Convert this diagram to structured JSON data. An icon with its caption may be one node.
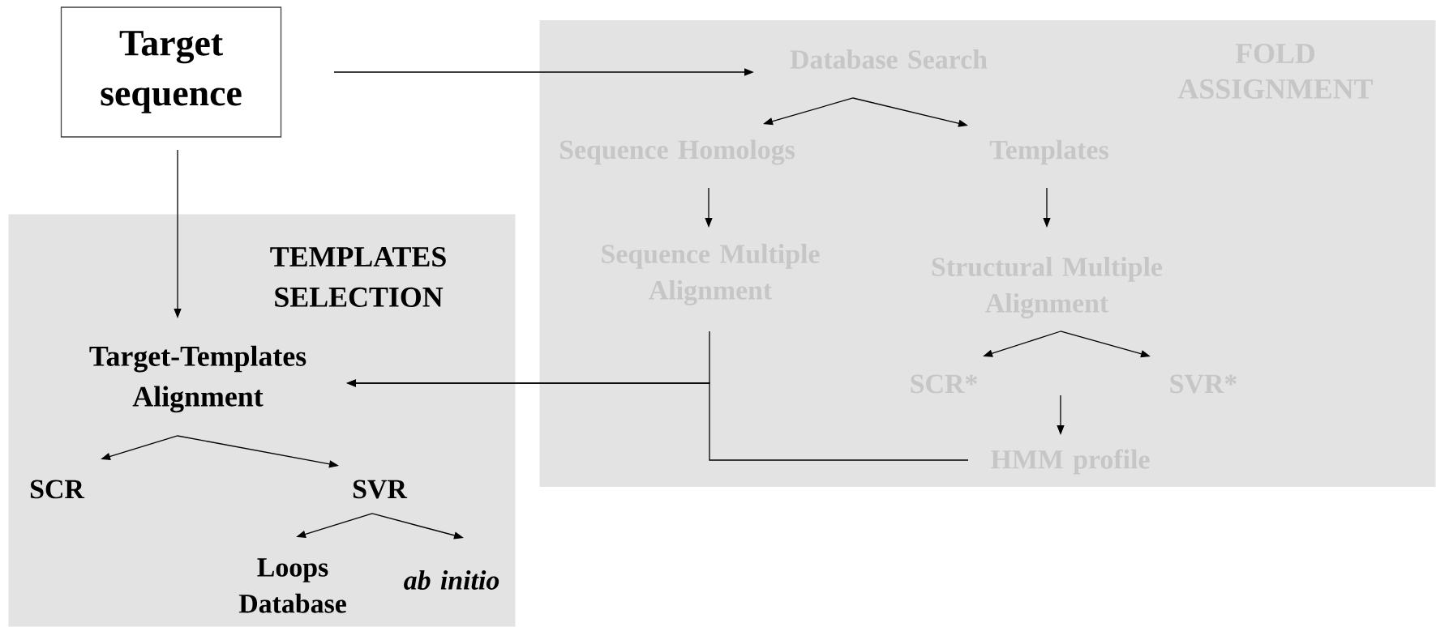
{
  "diagram": {
    "nodes": [
      {
        "text": [
          "Target sequence"
        ]
      },
      {
        "text": [
          "FOLD ASSIGNMENT"
        ]
      },
      {
        "text": [
          "Database Search"
        ],
        "in": 1
      },
      {
        "text": [
          "Sequence Homologs"
        ],
        "in": 1
      },
      {
        "text": [
          "Templates"
        ],
        "in": 1
      },
      {
        "text": [
          "Sequence Multiple Alignment"
        ],
        "in": 1
      },
      {
        "text": [
          "Structural Multiple Alignment"
        ],
        "in": 1
      },
      {
        "text": [
          "SCR*"
        ],
        "in": 1
      },
      {
        "text": [
          "SVR*"
        ],
        "in": 1
      },
      {
        "text": [
          "HMM profile"
        ],
        "in": 1
      },
      {
        "text": [
          "TEMPLATES SELECTION"
        ]
      },
      {
        "text": [
          "Target-Templates Alignment"
        ],
        "in": 10
      },
      {
        "text": [
          "SCR"
        ],
        "in": 10
      },
      {
        "text": [
          "SVR"
        ],
        "in": 10
      },
      {
        "text": [
          "Loops Database"
        ],
        "in": 10
      },
      {
        "text": [
          "ab initio"
        ],
        "in": 10
      }
    ],
    "edges": [
      {
        "from": 0,
        "to": 2,
        "arrow": "to"
      },
      {
        "from": 2,
        "to": 3,
        "arrow": "to"
      },
      {
        "from": 2,
        "to": 4,
        "arrow": "to"
      },
      {
        "from": 3,
        "to": 5,
        "arrow": "to"
      },
      {
        "from": 4,
        "to": 6,
        "arrow": "to"
      },
      {
        "from": 6,
        "to": 7,
        "arrow": "to"
      },
      {
        "from": 6,
        "to": 8,
        "arrow": "to"
      },
      {
        "from": null,
        "to": 9,
        "arrow": "to"
      },
      {
        "from": 5,
        "to": 11,
        "arrow": "to"
      },
      {
        "from": 9,
        "to": 11,
        "arrow": "to"
      },
      {
        "from": 0,
        "to": 11,
        "arrow": "to"
      },
      {
        "from": 11,
        "to": 12,
        "arrow": "to"
      },
      {
        "from": 11,
        "to": 13,
        "arrow": "to"
      },
      {
        "from": 13,
        "to": 14,
        "arrow": "to"
      },
      {
        "from": 13,
        "to": 15,
        "arrow": "to"
      }
    ]
  }
}
